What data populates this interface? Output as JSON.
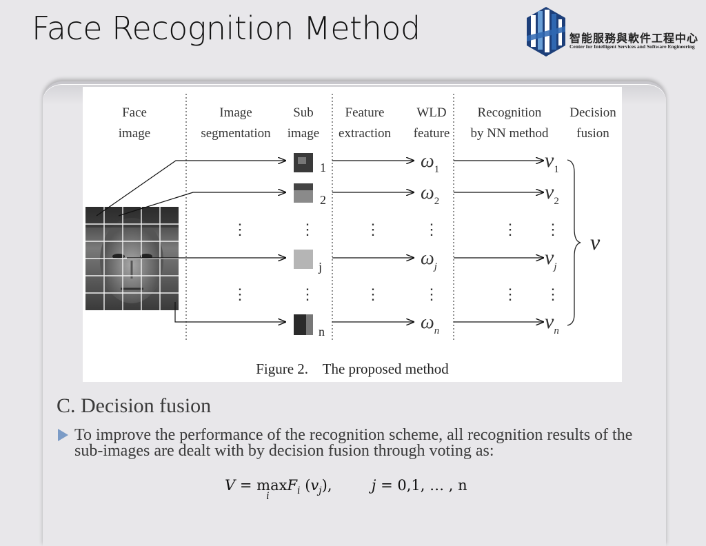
{
  "slide": {
    "title": "Face Recognition Method"
  },
  "logo": {
    "chinese": "智能服務與軟件工程中心",
    "english": "Center for Intelligent Services and Software Engineering",
    "colors": {
      "dark": "#1d3f7a",
      "mid": "#2f67b1",
      "light": "#6aa0d8"
    }
  },
  "figure": {
    "columns": [
      {
        "line1": "Face",
        "line2": "image"
      },
      {
        "line1": "Image",
        "line2": "segmentation"
      },
      {
        "line1": "Sub",
        "line2": "image"
      },
      {
        "line1": "Feature",
        "line2": "extraction"
      },
      {
        "line1": "WLD",
        "line2": "feature"
      },
      {
        "line1": "Recognition",
        "line2": "by NN method"
      },
      {
        "line1": "Decision",
        "line2": "fusion"
      }
    ],
    "rows": [
      {
        "index": "1",
        "feature_sym": "ω",
        "feature_sub": "1",
        "result_sym": "v",
        "result_sub": "1"
      },
      {
        "index": "2",
        "feature_sym": "ω",
        "feature_sub": "2",
        "result_sym": "v",
        "result_sub": "2"
      },
      {
        "index": "j",
        "feature_sym": "ω",
        "feature_sub": "j",
        "result_sym": "v",
        "result_sub": "j"
      },
      {
        "index": "n",
        "feature_sym": "ω",
        "feature_sub": "n",
        "result_sym": "v",
        "result_sub": "n"
      }
    ],
    "fusion_symbol": "v",
    "ellipsis": "⋮",
    "caption": "Figure 2.    The proposed method"
  },
  "section": {
    "heading": "C. Decision fusion",
    "bullet": "To improve the performance of the recognition scheme, all recognition results of the sub-images are dealt with by decision fusion through voting as:"
  },
  "formula": {
    "lhs": "V",
    "eq": "=",
    "max": "max",
    "max_index": "i",
    "func": "F",
    "func_sub": "i",
    "arg": "v",
    "arg_sub": "j",
    "comma": ",",
    "range_var": "j",
    "range_eq": "=",
    "range_values": "0,1, … , n"
  },
  "bullet_color": "#7b9bc6"
}
